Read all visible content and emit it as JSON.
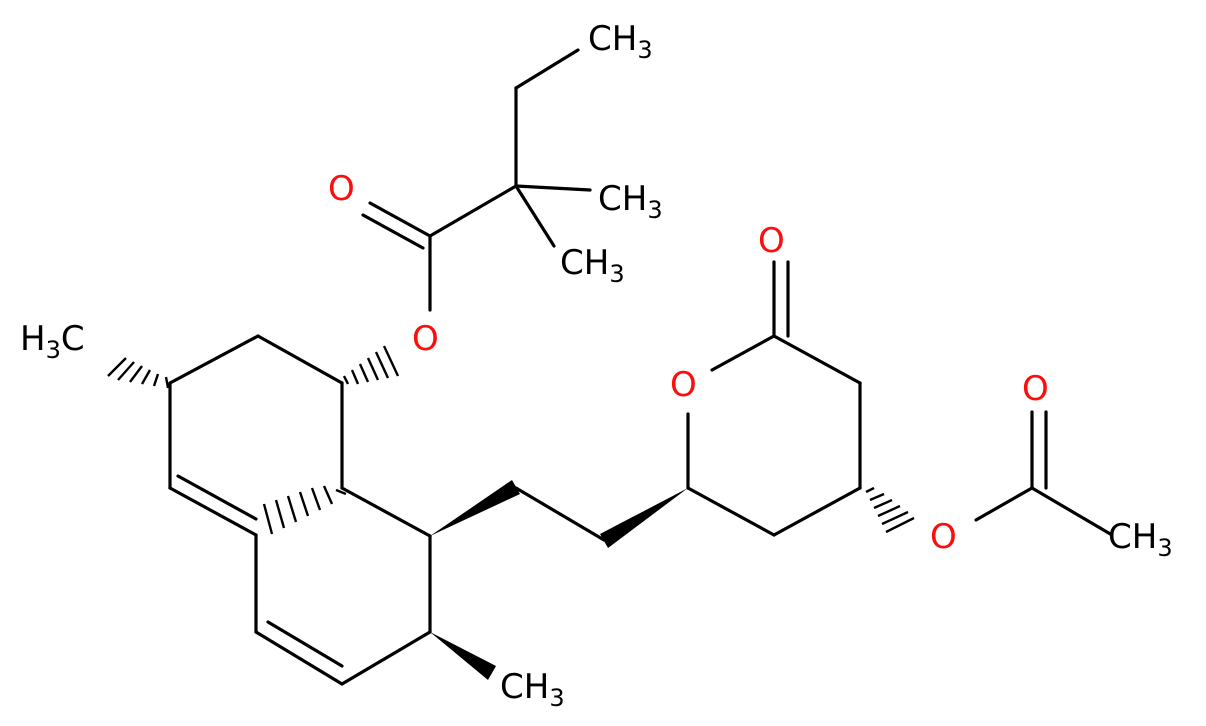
{
  "colors": {
    "bond": "#000000",
    "carbon_label": "#000000",
    "oxygen": "#ff0d0d"
  },
  "labels": {
    "ethyl_ch3": {
      "main": "CH",
      "sub": "3"
    },
    "gem_me_1": {
      "main": "CH",
      "sub": "3"
    },
    "gem_me_2": {
      "main": "CH",
      "sub": "3"
    },
    "ester_carbonyl_o": "O",
    "ester_o": "O",
    "ring_me_left": {
      "pre": "H",
      "sub": "3",
      "post": "C"
    },
    "ring_me_bottom": {
      "main": "CH",
      "sub": "3"
    },
    "lactone_carbonyl_o": "O",
    "lactone_ring_o": "O",
    "acetate_carbonyl_o": "O",
    "acetate_o": "O",
    "acetate_ch3": {
      "main": "CH",
      "sub": "3"
    }
  }
}
